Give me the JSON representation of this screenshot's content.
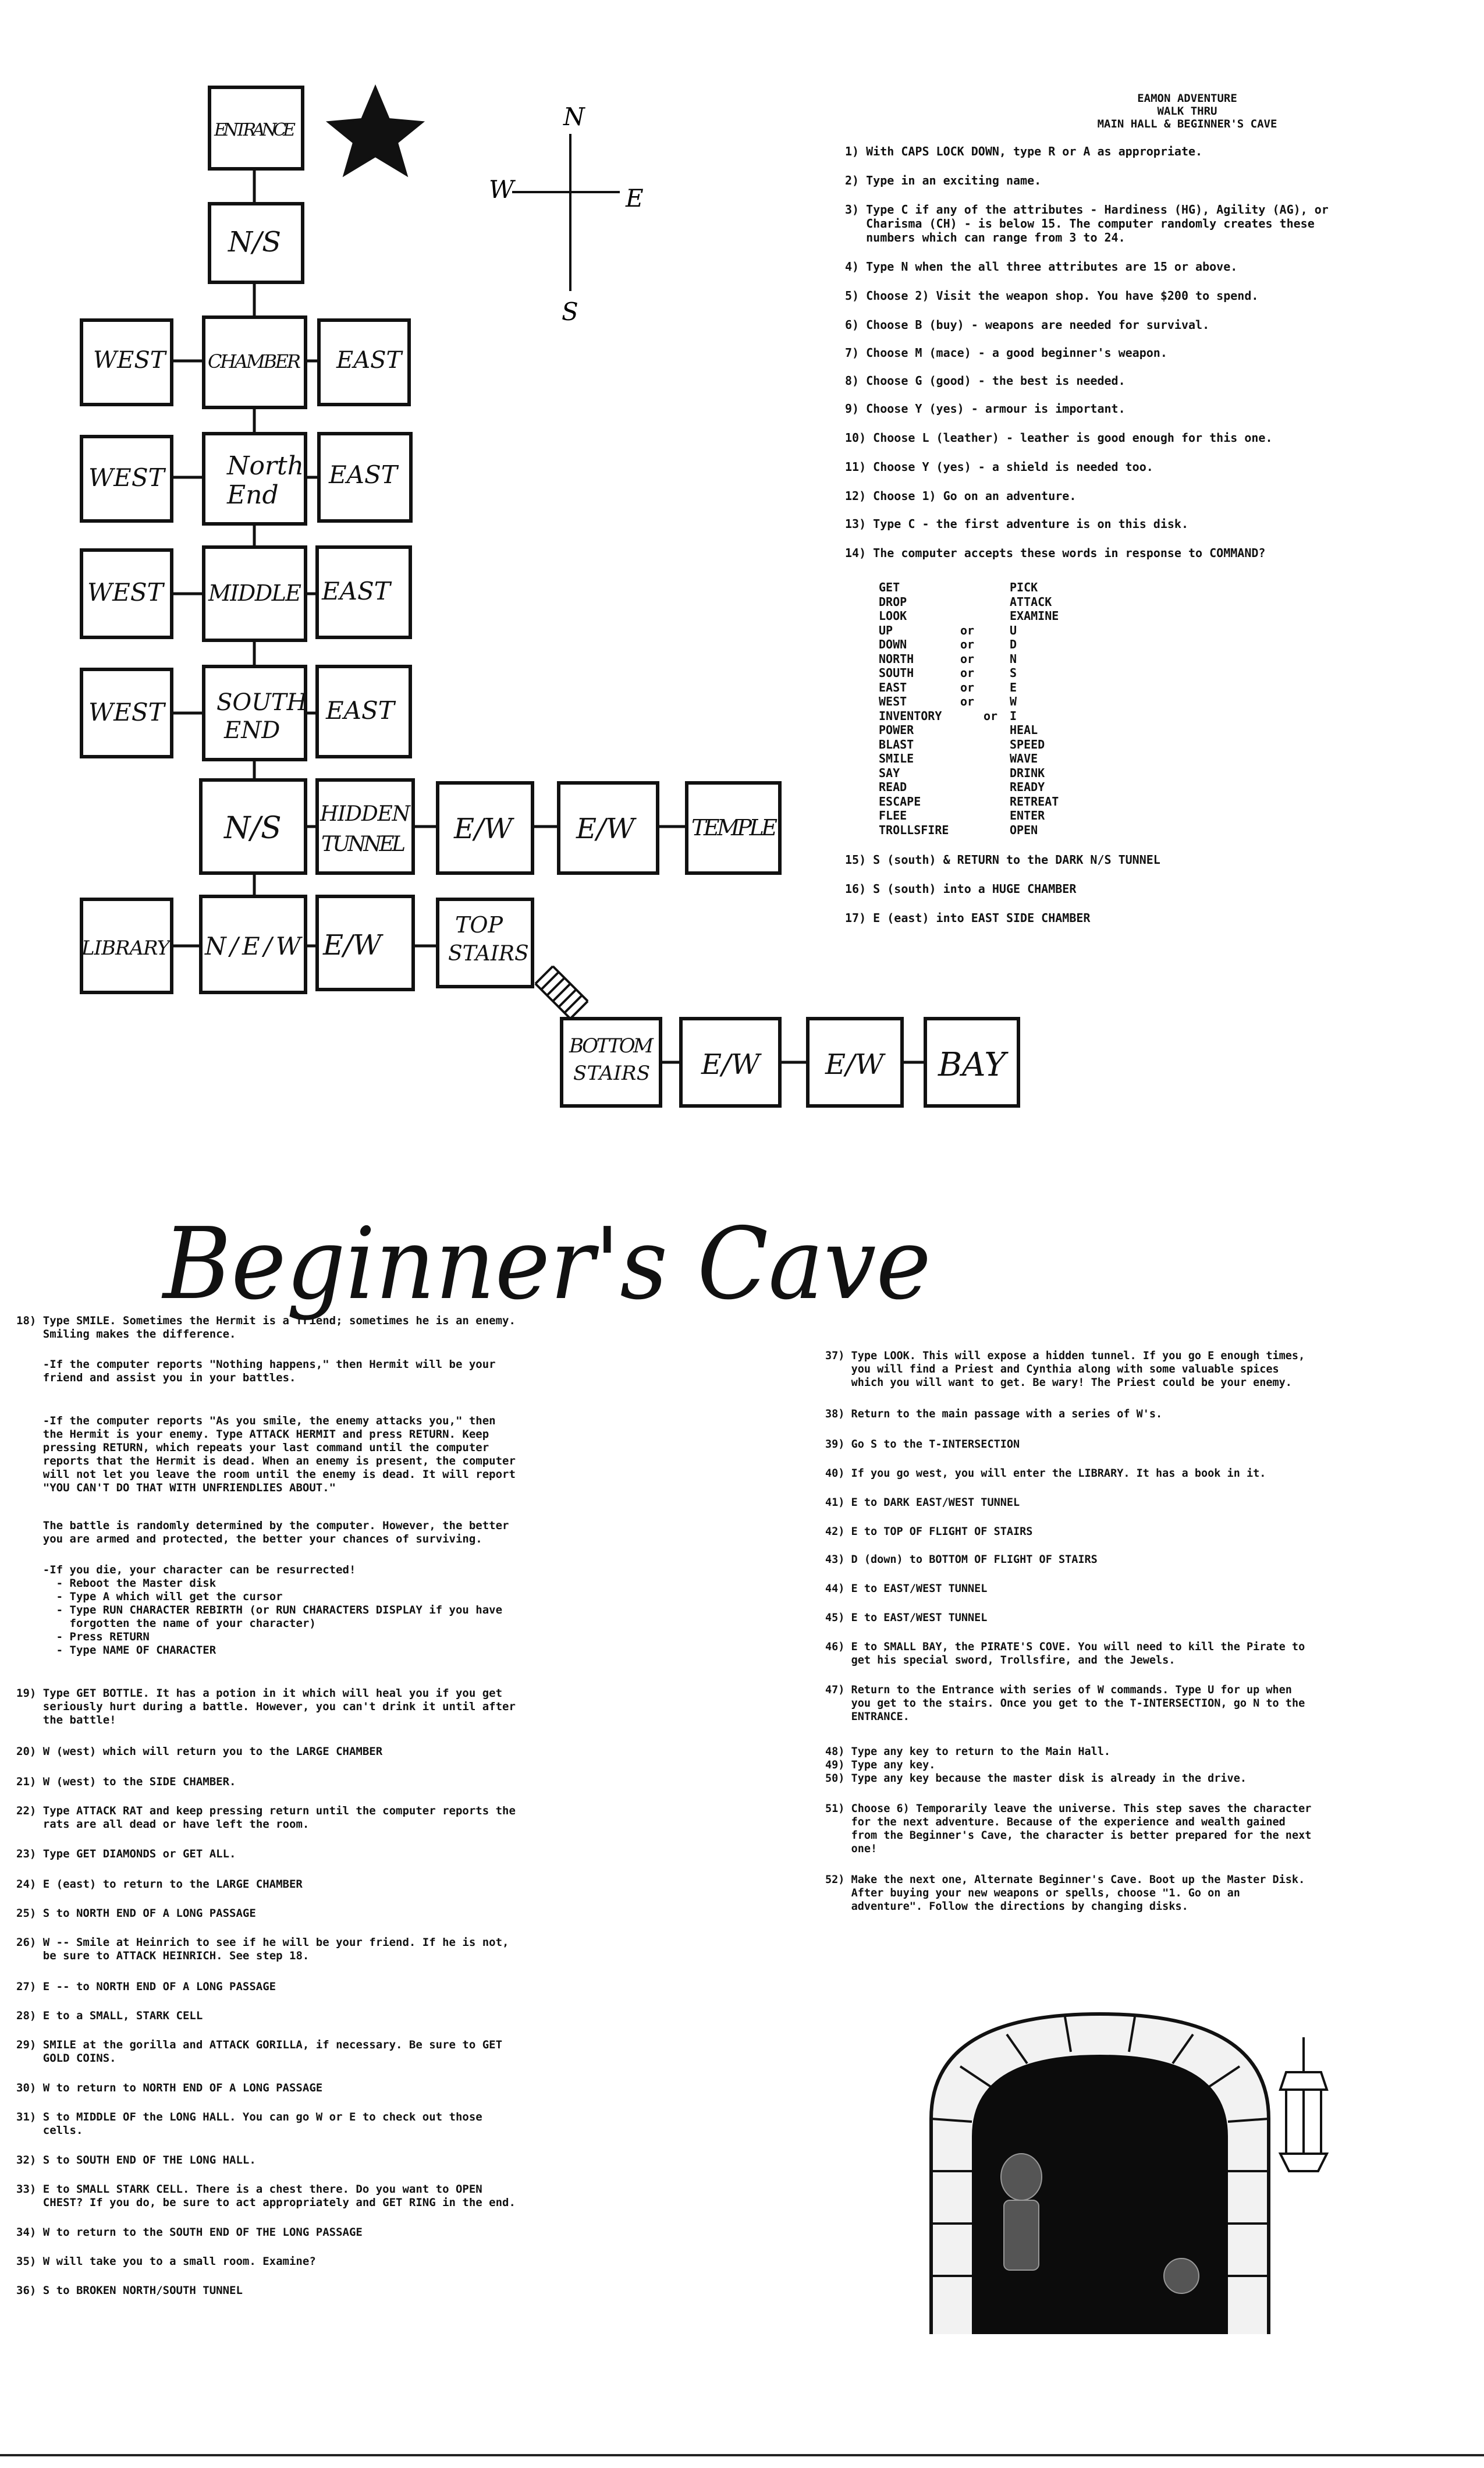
{
  "map": {
    "compass": {
      "n": "N",
      "s": "S",
      "e": "E",
      "w": "W"
    },
    "rooms": {
      "entrance": "ENTRANCE",
      "ns1": "N/S",
      "chamber": "CHAMBER",
      "chamber_west": "WEST",
      "chamber_east": "EAST",
      "north_end_1": "North",
      "north_end_2": "End",
      "north_west": "WEST",
      "north_east": "EAST",
      "middle": "MIDDLE",
      "middle_west": "WEST",
      "middle_east": "EAST",
      "south_end_1": "SOUTH",
      "south_end_2": "END",
      "south_west": "WEST",
      "south_east": "EAST",
      "ns2": "N/S",
      "hidden_1": "HIDDEN",
      "hidden_2": "TUNNEL",
      "ew_t1": "E/W",
      "ew_t2": "E/W",
      "temple": "TEMPLE",
      "library": "LIBRARY",
      "new": "N/E/W",
      "ew_l": "E/W",
      "top_1": "TOP",
      "top_2": "STAIRS",
      "bottom_1": "BOTTOM",
      "bottom_2": "STAIRS",
      "ew_b1": "E/W",
      "ew_b2": "E/W",
      "bay": "BAY"
    }
  },
  "walkthru": {
    "header_1": "EAMON ADVENTURE",
    "header_2": "WALK THRU",
    "header_3": "MAIN HALL & BEGINNER'S CAVE",
    "steps": [
      "1) With CAPS LOCK DOWN, type R or A as appropriate.",
      "2) Type in an exciting name.",
      "3) Type C if any of the attributes - Hardiness (HG), Agility (AG), or\n   Charisma (CH) - is below 15. The computer randomly creates these\n   numbers which can range from 3 to 24.",
      "4) Type N when the all three attributes are 15 or above.",
      "5) Choose 2) Visit the weapon shop. You have $200 to spend.",
      "6) Choose B (buy) - weapons are needed for survival.",
      "7) Choose M (mace) - a good beginner's weapon.",
      "8) Choose G (good) - the best is needed.",
      "9) Choose Y (yes) - armour is important.",
      "10) Choose L (leather) - leather is good enough for this one.",
      "11) Choose Y (yes) - a shield is needed too.",
      "12) Choose 1) Go on an adventure.",
      "13) Type C - the first adventure is on this disk.",
      "14) The computer accepts these words in response to COMMAND?"
    ],
    "commands": [
      [
        "GET",
        "",
        "PICK"
      ],
      [
        "DROP",
        "",
        "ATTACK"
      ],
      [
        "LOOK",
        "",
        "EXAMINE"
      ],
      [
        "UP",
        "or",
        "U"
      ],
      [
        "DOWN",
        "or",
        "D"
      ],
      [
        "NORTH",
        "or",
        "N"
      ],
      [
        "SOUTH",
        "or",
        "S"
      ],
      [
        "EAST",
        "or",
        "E"
      ],
      [
        "WEST",
        "or",
        "W"
      ],
      [
        "INVENTORY",
        "or",
        "I"
      ],
      [
        "POWER",
        "",
        "HEAL"
      ],
      [
        "BLAST",
        "",
        "SPEED"
      ],
      [
        "SMILE",
        "",
        "WAVE"
      ],
      [
        "SAY",
        "",
        "DRINK"
      ],
      [
        "READ",
        "",
        "READY"
      ],
      [
        "ESCAPE",
        "",
        "RETREAT"
      ],
      [
        "FLEE",
        "",
        "ENTER"
      ],
      [
        "TROLLSFIRE",
        "",
        "OPEN"
      ]
    ],
    "steps_after": [
      "15) S (south) & RETURN to the DARK N/S TUNNEL",
      "16) S (south) into a HUGE CHAMBER",
      "17) E (east) into EAST SIDE CHAMBER"
    ]
  },
  "title": "Beginner's Cave",
  "left_column": [
    "18) Type SMILE. Sometimes the Hermit is a friend; sometimes he is an enemy.\n    Smiling makes the difference.",
    "    -If the computer reports \"Nothing happens,\" then Hermit will be your\n    friend and assist you in your battles.",
    "    -If the computer reports \"As you smile, the enemy attacks you,\" then\n    the Hermit is your enemy. Type ATTACK HERMIT and press RETURN. Keep\n    pressing RETURN, which repeats your last command until the computer\n    reports that the Hermit is dead. When an enemy is present, the computer\n    will not let you leave the room until the enemy is dead. It will report\n    \"YOU CAN'T DO THAT WITH UNFRIENDLIES ABOUT.\"",
    "    The battle is randomly determined by the computer. However, the better\n    you are armed and protected, the better your chances of surviving.",
    "    -If you die, your character can be resurrected!\n      - Reboot the Master disk\n      - Type A which will get the cursor\n      - Type RUN CHARACTER REBIRTH (or RUN CHARACTERS DISPLAY if you have\n        forgotten the name of your character)\n      - Press RETURN\n      - Type NAME OF CHARACTER",
    "19) Type GET BOTTLE. It has a potion in it which will heal you if you get\n    seriously hurt during a battle. However, you can't drink it until after\n    the battle!",
    "20) W (west) which will return you to the LARGE CHAMBER",
    "21) W (west) to the SIDE CHAMBER.",
    "22) Type ATTACK RAT and keep pressing return until the computer reports the\n    rats are all dead or have left the room.",
    "23) Type GET DIAMONDS or GET ALL.",
    "24) E (east) to return to the LARGE CHAMBER",
    "25) S to NORTH END OF A LONG PASSAGE",
    "26) W -- Smile at Heinrich to see if he will be your friend. If he is not,\n    be sure to ATTACK HEINRICH. See step 18.",
    "27) E -- to NORTH END OF A LONG PASSAGE",
    "28) E to a SMALL, STARK CELL",
    "29) SMILE at the gorilla and ATTACK GORILLA, if necessary. Be sure to GET\n    GOLD COINS.",
    "30) W to return to NORTH END OF A LONG PASSAGE",
    "31) S to MIDDLE OF the LONG HALL. You can go W or E to check out those\n    cells.",
    "32) S to SOUTH END OF THE LONG HALL.",
    "33) E to SMALL STARK CELL. There is a chest there. Do you want to OPEN\n    CHEST? If you do, be sure to act appropriately and GET RING in the end.",
    "34) W to return to the SOUTH END OF THE LONG PASSAGE",
    "35) W will take you to a small room. Examine?",
    "36) S to BROKEN NORTH/SOUTH TUNNEL"
  ],
  "right_column": [
    "37) Type LOOK. This will expose a hidden tunnel. If you go E enough times,\n    you will find a Priest and Cynthia along with some valuable spices\n    which you will want to get. Be wary! The Priest could be your enemy.",
    "38) Return to the main passage with a series of W's.",
    "39) Go S to the T-INTERSECTION",
    "40) If you go west, you will enter the LIBRARY. It has a book in it.",
    "41) E to DARK EAST/WEST TUNNEL",
    "42) E to TOP OF FLIGHT OF STAIRS",
    "43) D (down) to BOTTOM OF FLIGHT OF STAIRS",
    "44) E to EAST/WEST TUNNEL",
    "45) E to EAST/WEST TUNNEL",
    "46) E to SMALL BAY, the PIRATE'S COVE. You will need to kill the Pirate to\n    get his special sword, Trollsfire, and the Jewels.",
    "47) Return to the Entrance with series of W commands. Type U for up when\n    you get to the stairs. Once you get to the T-INTERSECTION, go N to the\n    ENTRANCE.",
    "48) Type any key to return to the Main Hall.\n49) Type any key.\n50) Type any key because the master disk is already in the drive.",
    "51) Choose 6) Temporarily leave the universe. This step saves the character\n    for the next adventure. Because of the experience and wealth gained\n    from the Beginner's Cave, the character is better prepared for the next\n    one!",
    "52) Make the next one, Alternate Beginner's Cave. Boot up the Master Disk.\n    After buying your new weapons or spells, choose \"1. Go on an\n    adventure\". Follow the directions by changing disks."
  ]
}
